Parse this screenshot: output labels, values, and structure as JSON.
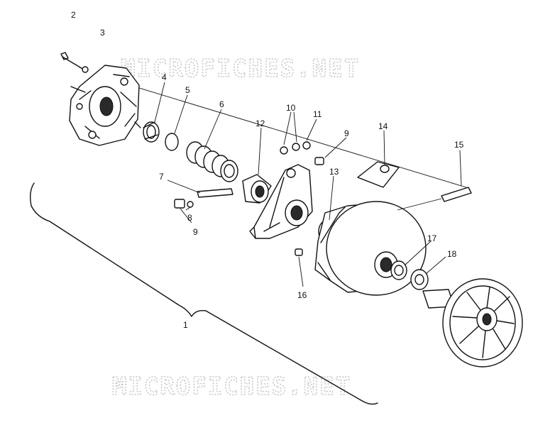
{
  "watermark": {
    "top_text": "MICROFICHES.NET",
    "bottom_text": "MICROFICHES.NET"
  },
  "callouts": {
    "c1": "1",
    "c2": "2",
    "c3": "3",
    "c4": "4",
    "c5": "5",
    "c6": "6",
    "c7": "7",
    "c8": "8",
    "c9a": "9",
    "c9b": "9",
    "c10": "10",
    "c11": "11",
    "c12": "12",
    "c13": "13",
    "c14": "14",
    "c15": "15",
    "c16": "16",
    "c17": "17",
    "c18": "18"
  }
}
